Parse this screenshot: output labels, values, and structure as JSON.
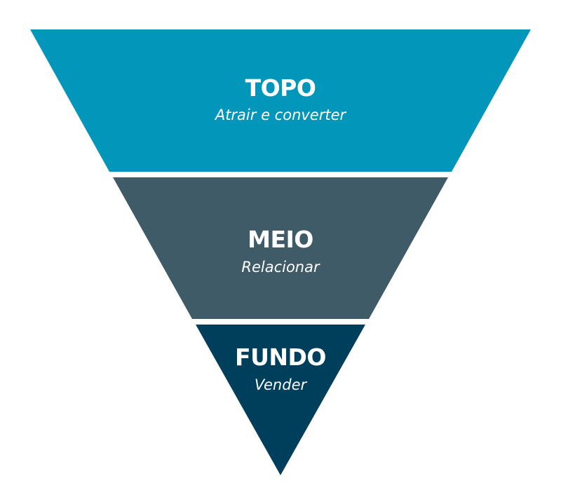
{
  "funnel": {
    "stages": [
      {
        "title": "TOPO",
        "subtitle": "Atrair e converter",
        "color": "#0396bb"
      },
      {
        "title": "MEIO",
        "subtitle": "Relacionar",
        "color": "#405b68"
      },
      {
        "title": "FUNDO",
        "subtitle": "Vender",
        "color": "#003f5c"
      }
    ],
    "background": "#ffffff"
  }
}
